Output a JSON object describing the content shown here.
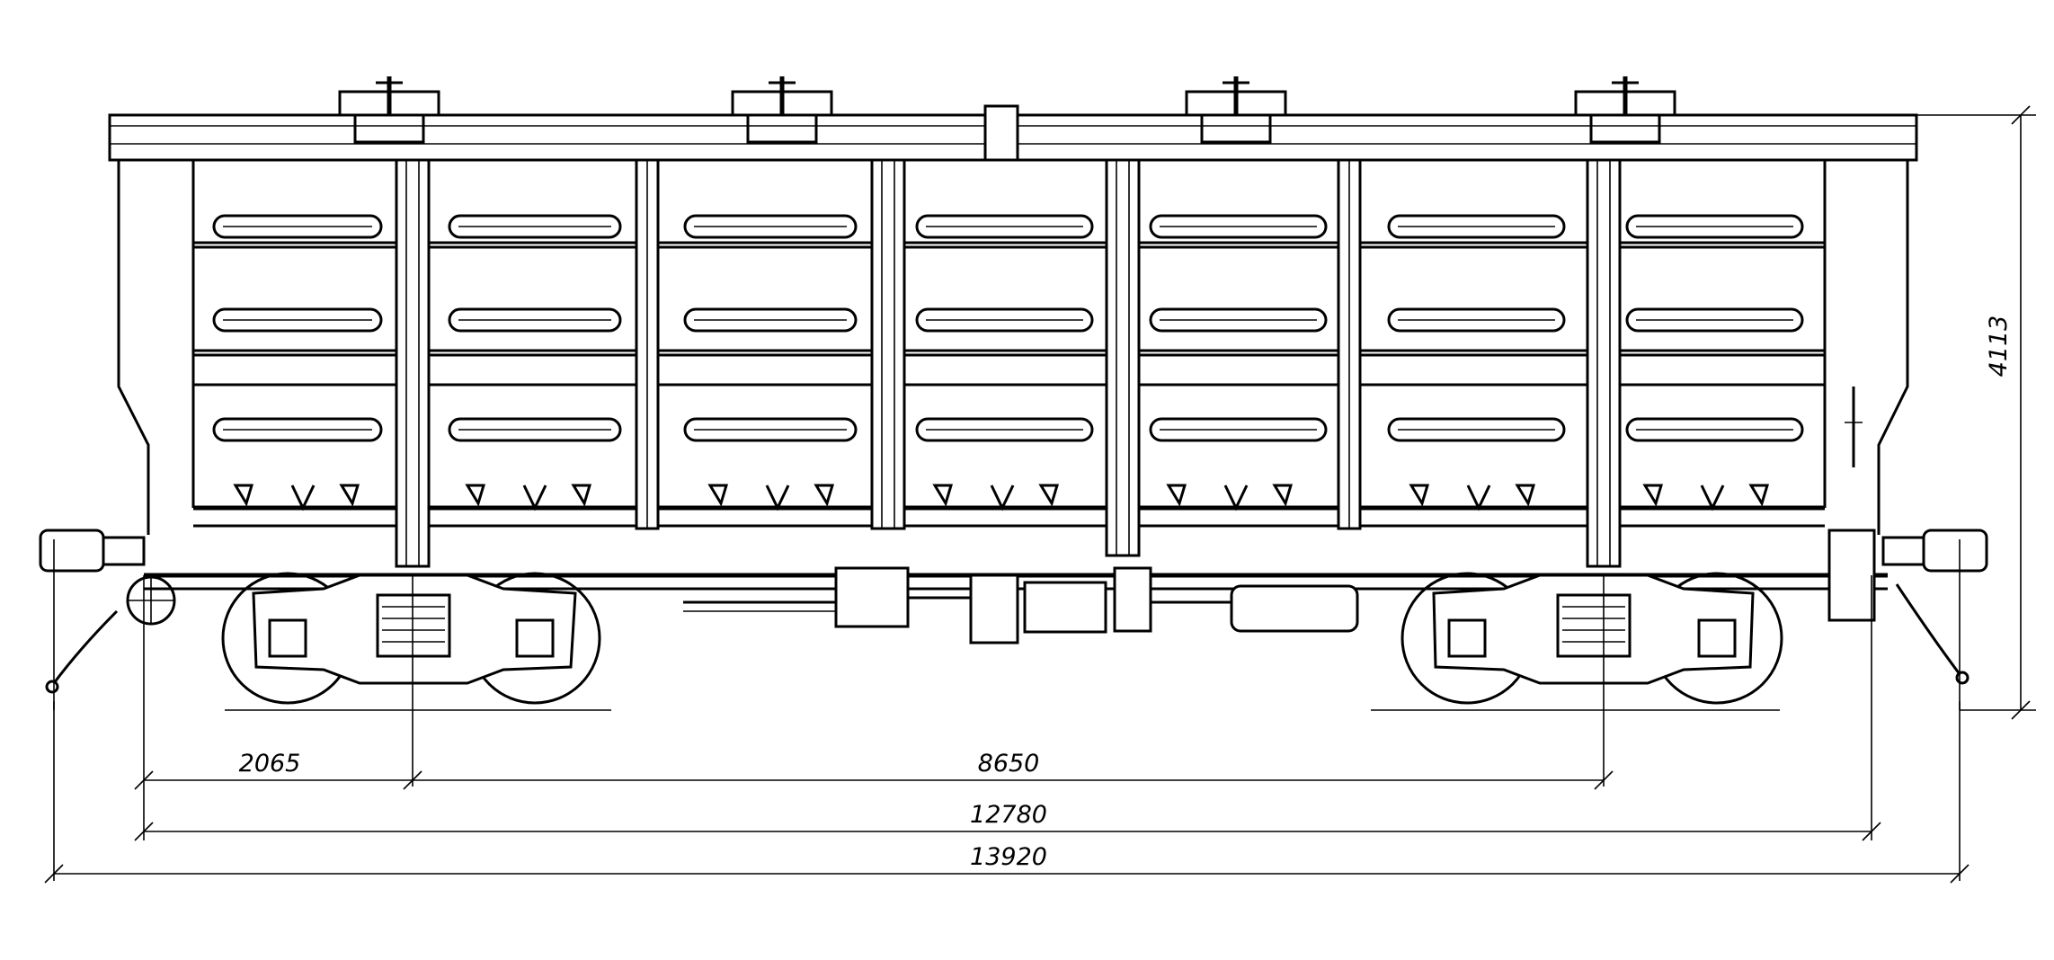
{
  "figure": {
    "subject": "covered hopper wagon side elevation drawing",
    "panel_count": 7,
    "hatch_count": 4
  },
  "dimensions": {
    "bogie_offset": "2065",
    "bogie_centers": "8650",
    "length_over_coupling_axes": "12780",
    "length_over_couplers": "13920",
    "height": "4113"
  }
}
